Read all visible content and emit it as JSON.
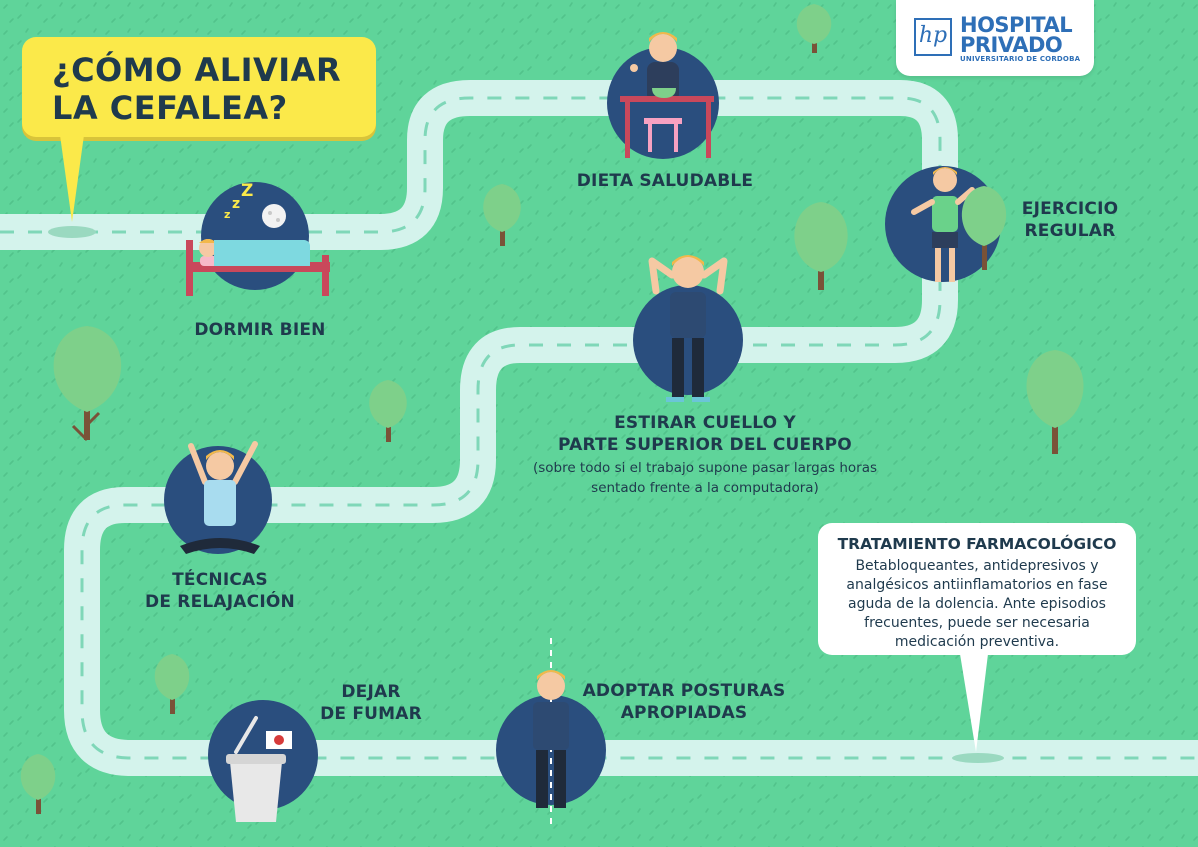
{
  "title": {
    "line1": "¿CÓMO ALIVIAR",
    "line2": "LA CEFALEA?"
  },
  "logo": {
    "mark": "hp",
    "name_line1": "HOSPITAL",
    "name_line2": "PRIVADO",
    "subtitle": "UNIVERSITARIO DE CORDOBA"
  },
  "steps": {
    "sleep": "DORMIR BIEN",
    "diet": "DIETA SALUDABLE",
    "exercise_line1": "EJERCICIO",
    "exercise_line2": "REGULAR",
    "stretch_line1": "ESTIRAR CUELLO Y",
    "stretch_line2": "PARTE SUPERIOR DEL CUERPO",
    "stretch_note_line1": "(sobre todo si el trabajo supone pasar largas horas",
    "stretch_note_line2": "sentado frente a la computadora)",
    "relax_line1": "TÉCNICAS",
    "relax_line2": "DE RELAJACIÓN",
    "smoke_line1": "DEJAR",
    "smoke_line2": "DE FUMAR",
    "posture_line1": "ADOPTAR POSTURAS",
    "posture_line2": "APROPIADAS"
  },
  "pharma": {
    "title": "TRATAMIENTO FARMACOLÓGICO",
    "line1": "Betabloqueantes, antidepresivos y",
    "line2": "analgésicos antiinflamatorios en fase",
    "line3": "aguda de la dolencia. Ante episodios",
    "line4": "frecuentes, puede ser necesaria",
    "line5": "medicación preventiva."
  },
  "colors": {
    "background": "#5fd49a",
    "road": "#d4f3ec",
    "road_dash": "#7fd7b8",
    "circle": "#2a4e7e",
    "text": "#1f3a4d",
    "title_bubble": "#fbe94a",
    "brand": "#2e6fb7",
    "tree_leaf": "#7ed08a",
    "tree_trunk": "#7a5238"
  }
}
